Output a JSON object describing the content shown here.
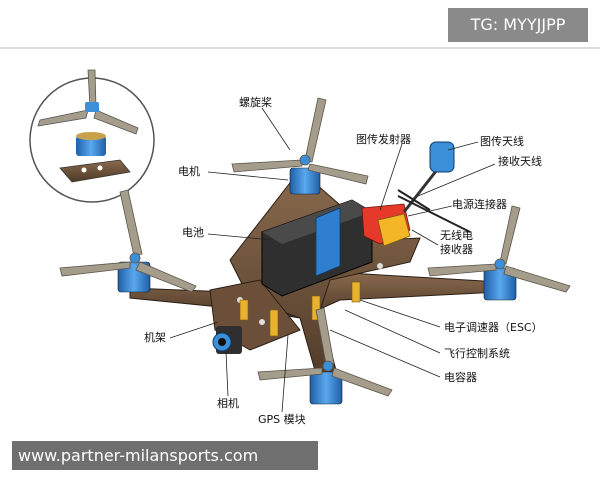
{
  "watermark": {
    "tag": "TG: MYYJJPP",
    "site": "www.partner-milansports.com"
  },
  "labels": {
    "propeller": "螺旋桨",
    "motor": "电机",
    "battery": "电池",
    "frame": "机架",
    "camera": "相机",
    "gps": "GPS 模块",
    "video_tx": "图传发射器",
    "video_antenna": "图传天线",
    "rx_antenna": "接收天线",
    "power_connector": "电源连接器",
    "receiver_line1": "无线电",
    "receiver_line2": "接收器",
    "esc": "电子调速器（ESC）",
    "flight_controller": "飞行控制系统",
    "capacitor": "电容器"
  },
  "colors": {
    "motor_blue": "#3b8fd8",
    "prop_gray": "#a59d8c",
    "frame_brown": "#7a5c42",
    "battery_black": "#2f2f2f",
    "strap_blue": "#2f7fd0",
    "standoff_gold": "#e8b12f"
  }
}
